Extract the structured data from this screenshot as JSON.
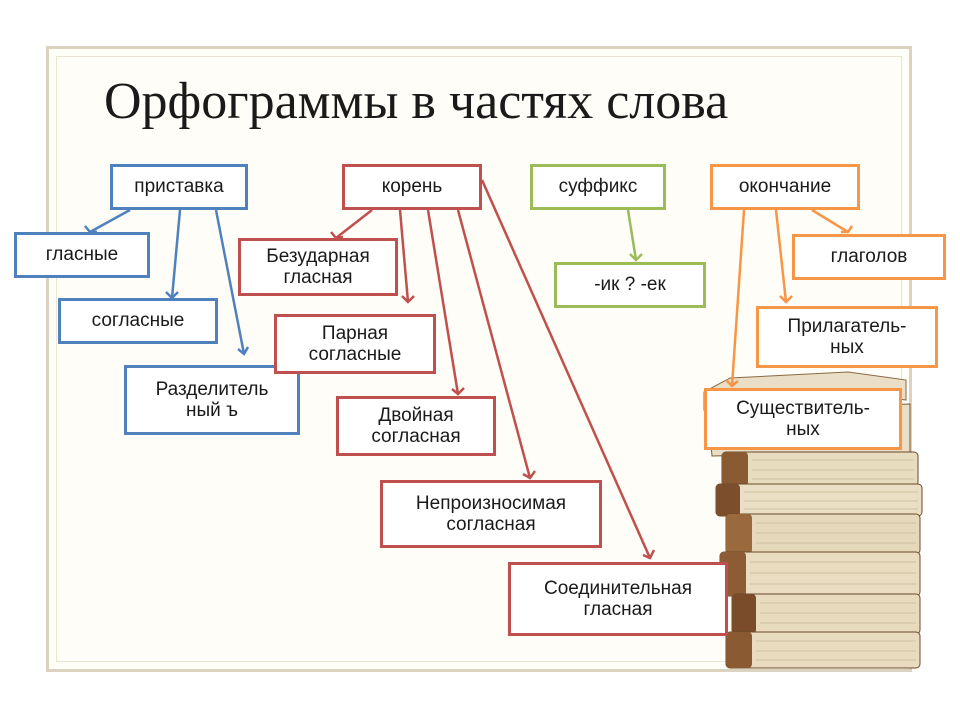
{
  "title": "Орфограммы в частях слова",
  "colors": {
    "prefix": "#4f81bd",
    "root": "#c0504d",
    "suffix": "#9bbb59",
    "ending": "#f79646"
  },
  "prefix": {
    "label": "приставка",
    "items": [
      "гласные",
      "согласные",
      "Разделитель\nный ъ"
    ]
  },
  "root": {
    "label": "корень",
    "items": [
      "Безударная\nгласная",
      "Парная\nсогласные",
      "Двойная\nсогласная",
      "Непроизносимая\nсогласная",
      "Соединительная\nгласная"
    ]
  },
  "suffix": {
    "label": "суффикс",
    "items": [
      "-ик   ?  -ек"
    ]
  },
  "ending": {
    "label": "окончание",
    "items": [
      "глаголов",
      "Прилагатель-\nных",
      "Существитель-\nных"
    ]
  },
  "decor": {
    "books_icon": "book-stack-icon"
  }
}
